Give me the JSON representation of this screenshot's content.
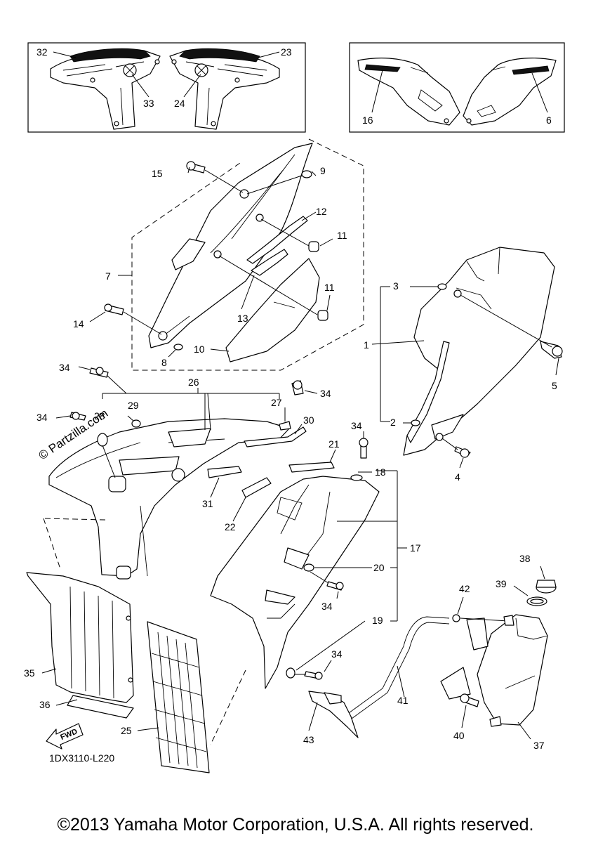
{
  "diagram": {
    "code": "1DX3110-L220",
    "watermark": "© Partzilla.com",
    "fwd_label": "FWD",
    "copyright": "©2013 Yamaha Motor Corporation, U.S.A. All rights reserved."
  },
  "callouts": [
    {
      "id": "c32",
      "label": "32"
    },
    {
      "id": "c23",
      "label": "23"
    },
    {
      "id": "c33",
      "label": "33"
    },
    {
      "id": "c24",
      "label": "24"
    },
    {
      "id": "c16",
      "label": "16"
    },
    {
      "id": "c6",
      "label": "6"
    },
    {
      "id": "c15",
      "label": "15"
    },
    {
      "id": "c9",
      "label": "9"
    },
    {
      "id": "c12",
      "label": "12"
    },
    {
      "id": "c11a",
      "label": "11"
    },
    {
      "id": "c7",
      "label": "7"
    },
    {
      "id": "c11b",
      "label": "11"
    },
    {
      "id": "c13",
      "label": "13"
    },
    {
      "id": "c14",
      "label": "14"
    },
    {
      "id": "c10",
      "label": "10"
    },
    {
      "id": "c8",
      "label": "8"
    },
    {
      "id": "c3",
      "label": "3"
    },
    {
      "id": "c1",
      "label": "1"
    },
    {
      "id": "c5",
      "label": "5"
    },
    {
      "id": "c2",
      "label": "2"
    },
    {
      "id": "c4",
      "label": "4"
    },
    {
      "id": "c34a",
      "label": "34"
    },
    {
      "id": "c26",
      "label": "26"
    },
    {
      "id": "c34b",
      "label": "34"
    },
    {
      "id": "c28",
      "label": "28"
    },
    {
      "id": "c29",
      "label": "29"
    },
    {
      "id": "c27",
      "label": "27"
    },
    {
      "id": "c34c",
      "label": "34"
    },
    {
      "id": "c30",
      "label": "30"
    },
    {
      "id": "c34d",
      "label": "34"
    },
    {
      "id": "c21",
      "label": "21"
    },
    {
      "id": "c18",
      "label": "18"
    },
    {
      "id": "c31",
      "label": "31"
    },
    {
      "id": "c22",
      "label": "22"
    },
    {
      "id": "c17",
      "label": "17"
    },
    {
      "id": "c20",
      "label": "20"
    },
    {
      "id": "c34e",
      "label": "34"
    },
    {
      "id": "c38",
      "label": "38"
    },
    {
      "id": "c39",
      "label": "39"
    },
    {
      "id": "c42",
      "label": "42"
    },
    {
      "id": "c19",
      "label": "19"
    },
    {
      "id": "c34f",
      "label": "34"
    },
    {
      "id": "c35",
      "label": "35"
    },
    {
      "id": "c41",
      "label": "41"
    },
    {
      "id": "c36",
      "label": "36"
    },
    {
      "id": "c40",
      "label": "40"
    },
    {
      "id": "c25",
      "label": "25"
    },
    {
      "id": "c43",
      "label": "43"
    },
    {
      "id": "c37",
      "label": "37"
    }
  ]
}
